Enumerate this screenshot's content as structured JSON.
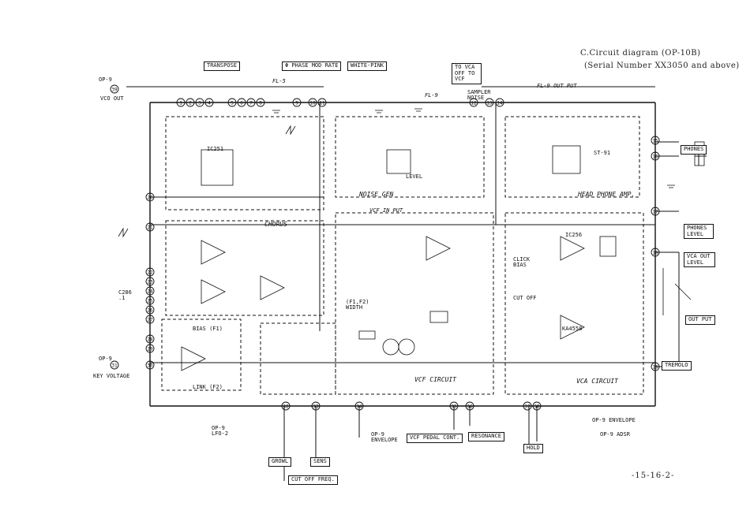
{
  "header": {
    "title": "C.Circuit diagram (OP-10B)",
    "serial": "(Serial Number XX3050 and above)"
  },
  "page_number": "-15-16-2-",
  "blocks": {
    "noise_gen": "NOISE GEN",
    "headphone_amp": "HEAD PHONE AMP.",
    "chorus": "CHORUS",
    "vcf_circuit": "VCF CIRCUIT",
    "vca_circuit": "VCA CIRCUIT",
    "vcf_in_put": "VCF IN PUT"
  },
  "panel_boxes": {
    "transpose": "TRANSPOSE",
    "phase_mod_rate": "Φ PHASE MOD RATE",
    "white_pink": "WHITE-PINK",
    "to_vca_off_to_vcf": "TO VCA OFF TO VCF",
    "phones": "PHONES",
    "phones_level": "PHONES LEVEL",
    "vca_out_level": "VCA OUT LEVEL",
    "out_put": "OUT PUT",
    "tremolo": "TREMOLO",
    "vcf_pedal_cont": "VCF PEDAL CONT.",
    "resonance": "RESONANCE",
    "hold": "HOLD",
    "growl": "GROWL",
    "sens": "SENS",
    "cut_off_freq": "CUT OFF FREQ."
  },
  "labels": {
    "op9_top": "OP-9",
    "vco_out": "VCO OUT",
    "op9_left": "OP-9",
    "key_voltage": "KEY VOLTAGE",
    "fl5": "FL-5",
    "fl9": "FL-9",
    "fl9_output": "FL-9 OUT PUT",
    "sampler_noise": "SAMPLER NOISE",
    "op9_envelope": "OP-9 ENVELOPE",
    "op9_adsr": "OP-9 ADSR",
    "op9_lfo2": "OP-9 LFO-2",
    "op9_envelope_bottom": "OP-9 ENVELOPE",
    "bias": "BIAS (F1)",
    "link": "LINK (F2)",
    "click_bias": "CLICK BIAS",
    "cut_off": "CUT OFF",
    "level": "LEVEL",
    "width": "(F1,F2) WIDTH",
    "st91": "ST-91",
    "ic251": "IC251",
    "ic256": "IC256",
    "c286": "C286 .1",
    "ic_chip": "KA4558"
  },
  "connectors": [
    "1",
    "2",
    "3",
    "4",
    "5",
    "6",
    "7",
    "8",
    "9",
    "10",
    "11",
    "12",
    "13",
    "14",
    "15",
    "16",
    "17",
    "18",
    "19",
    "20",
    "21",
    "22",
    "23",
    "24",
    "25",
    "26",
    "27",
    "28",
    "29",
    "30",
    "31",
    "32",
    "33",
    "34",
    "35",
    "36",
    "37",
    "38",
    "39",
    "40",
    "41",
    "42",
    "43",
    "44",
    "45",
    "46",
    "47",
    "48",
    "49",
    "50",
    "51"
  ]
}
